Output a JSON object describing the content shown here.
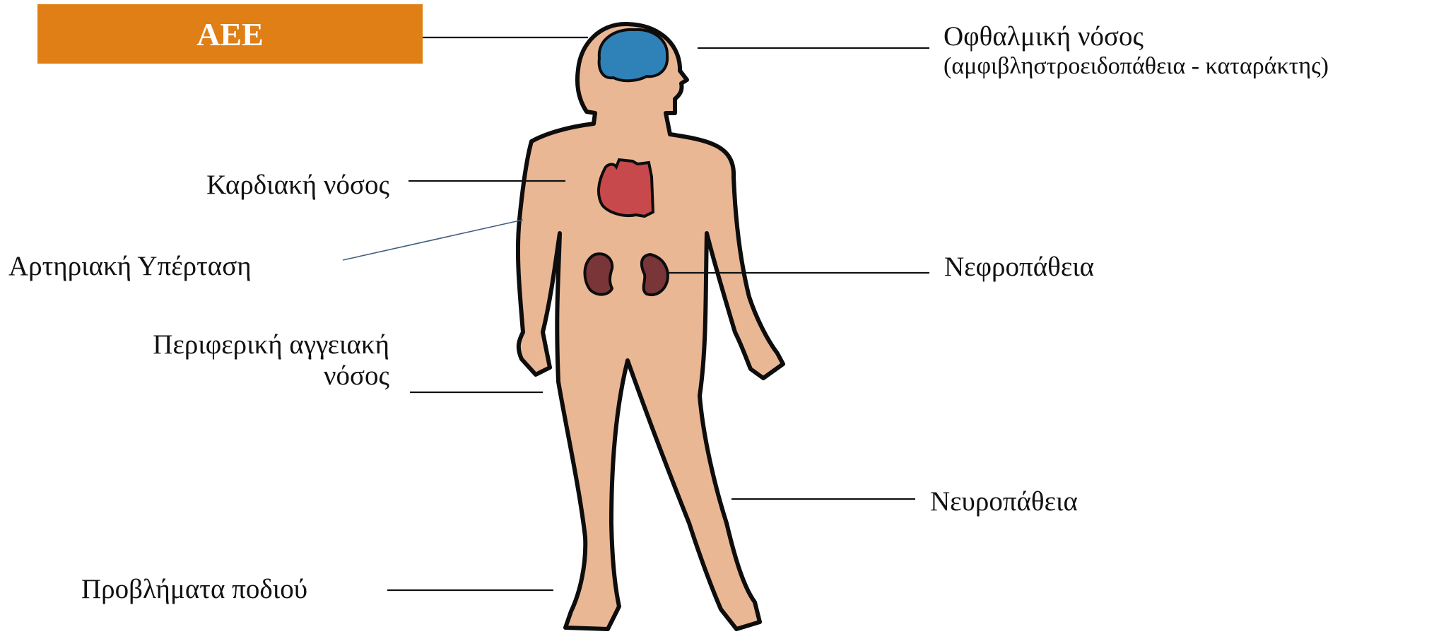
{
  "banner": {
    "text": "ΑΕΕ",
    "color": "#E07F15"
  },
  "labels": {
    "eye": "Οφθαλμική νόσος",
    "eye_detail": "(αμφιβληστροειδοπάθεια - καταράκτης)",
    "heart": "Καρδιακή νόσος",
    "hypertension": "Αρτηριακή Υπέρταση",
    "kidney": "Νεφροπάθεια",
    "peripheral_line1": "Περιφερική αγγειακή",
    "peripheral_line2": "νόσος",
    "neuro": "Νευροπάθεια",
    "foot": "Προβλήματα  ποδιού"
  },
  "colors": {
    "skin": "#EAB794",
    "outline": "#0d0d0d",
    "brain": "#2F82B8",
    "heart": "#C8494B",
    "kidney": "#7A3538",
    "hypertension_line": "#44607E"
  }
}
